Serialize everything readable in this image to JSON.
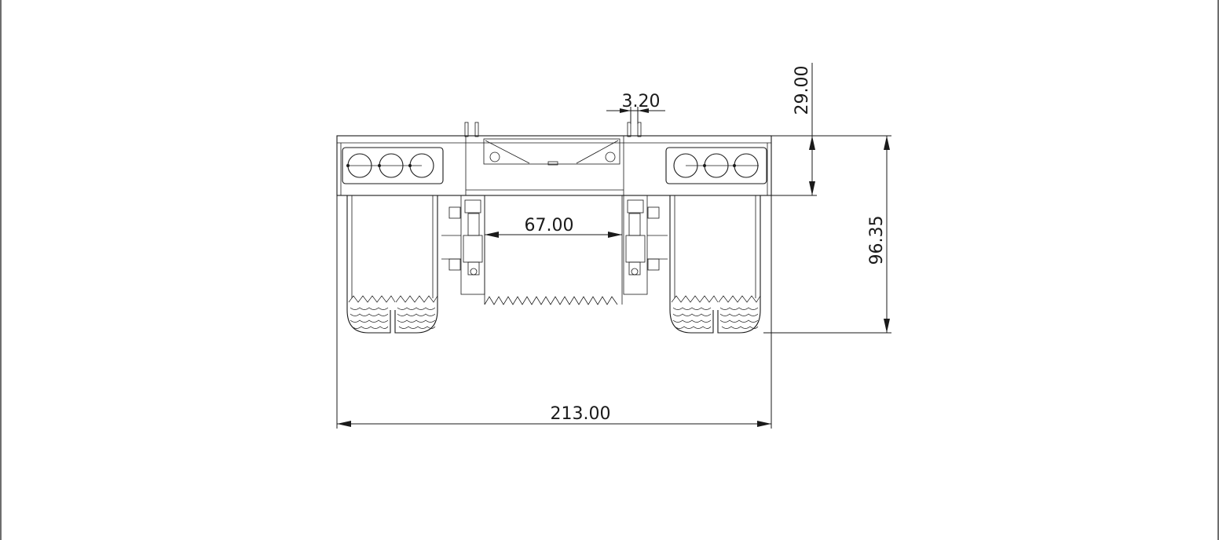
{
  "drawing": {
    "view": "rear",
    "dimensions": {
      "overall_width": "213.00",
      "total_height": "96.35",
      "bumper_height": "29.00",
      "gap_width": "67.00",
      "pin_spacing": "3.20"
    },
    "light_clusters": [
      {
        "side": "left",
        "lamp_count": 3
      },
      {
        "side": "right",
        "lamp_count": 3
      }
    ],
    "tire_pairs": [
      {
        "side": "left",
        "count": 2
      },
      {
        "side": "right",
        "count": 2
      }
    ],
    "line_color": "#1a1a1a",
    "border_color": "#6e6e6e"
  }
}
